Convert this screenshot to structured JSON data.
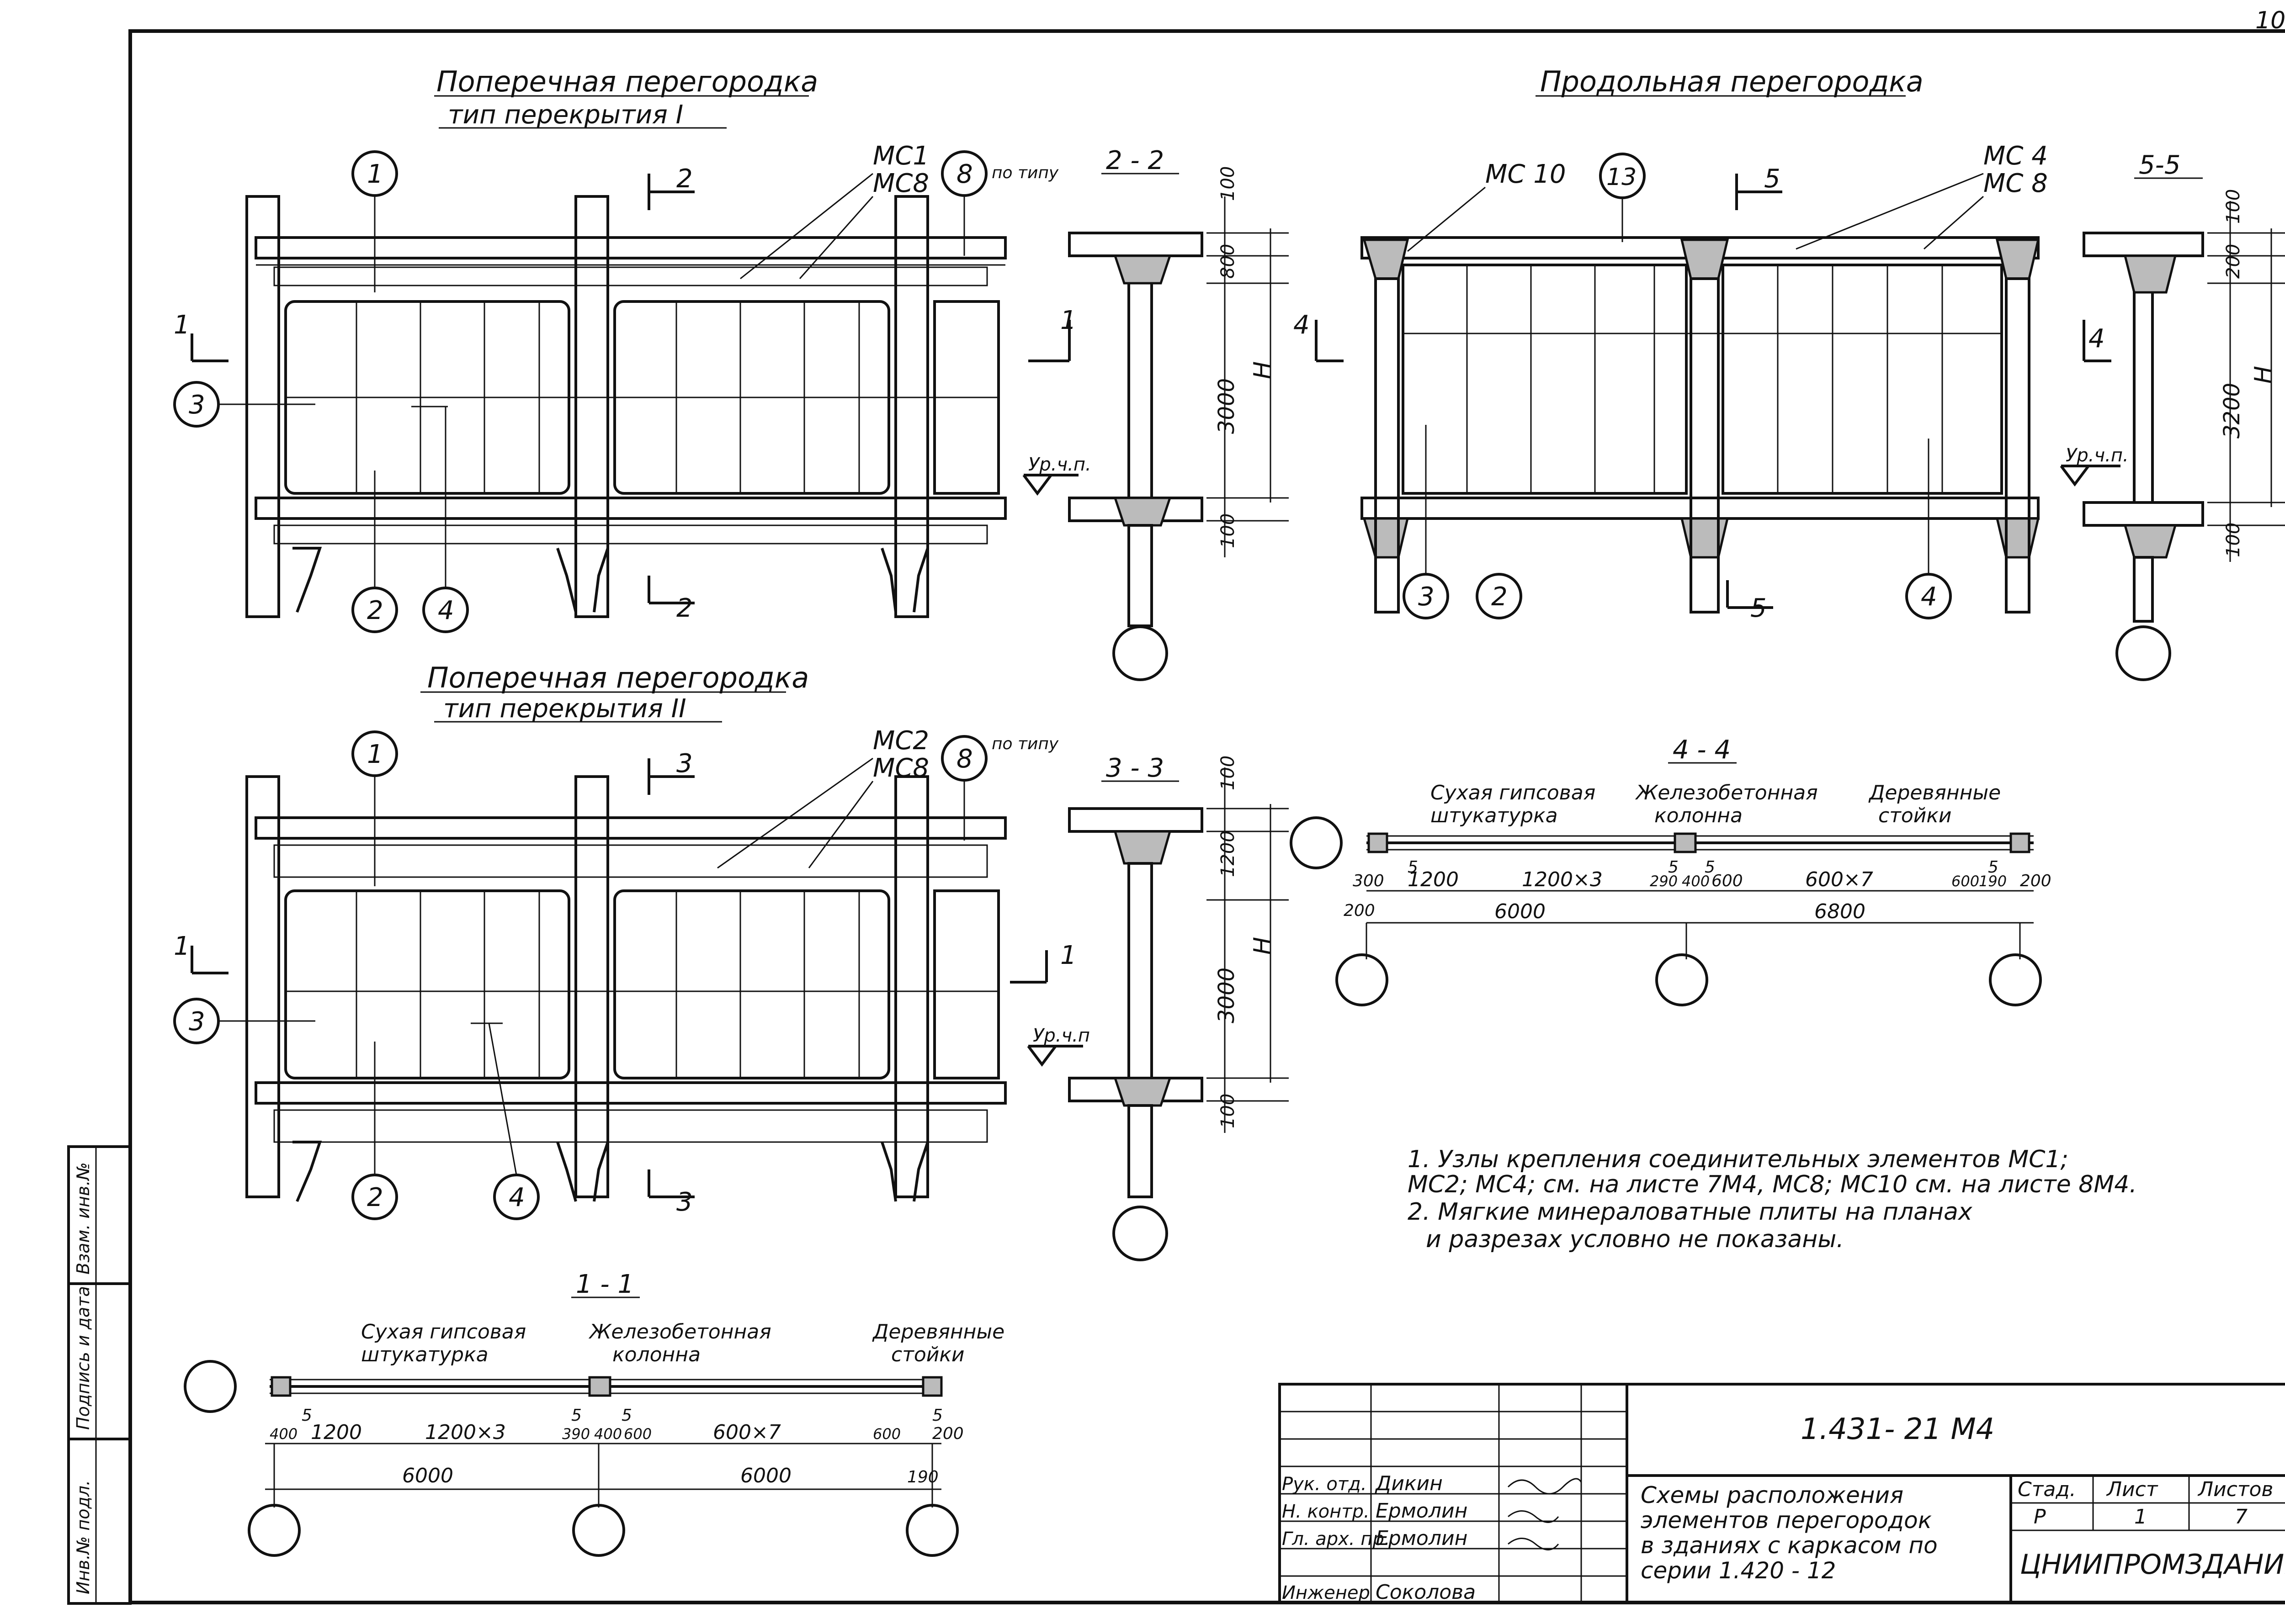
{
  "page_number": "10",
  "views": {
    "transverse_1": {
      "title": "Поперечная перегородка",
      "subtitle": "тип перекрытия I",
      "tags": [
        "МС1",
        "МС8"
      ],
      "po_tipu": "по типу",
      "callouts": [
        "1",
        "8",
        "3",
        "2",
        "4"
      ],
      "section_marks": [
        "1",
        "2"
      ]
    },
    "transverse_2": {
      "title": "Поперечная перегородка",
      "subtitle": "тип перекрытия II",
      "tags": [
        "МС2",
        "МС8"
      ],
      "po_tipu": "по типу",
      "callouts": [
        "1",
        "8",
        "3",
        "2",
        "4"
      ],
      "section_marks": [
        "1",
        "3"
      ]
    },
    "longitudinal": {
      "title": "Продольная перегородка",
      "tags": [
        "МС 10",
        "МС 4",
        "МС 8"
      ],
      "callouts": [
        "13",
        "3",
        "2",
        "4"
      ],
      "section_marks": [
        "4",
        "5"
      ]
    }
  },
  "sections": {
    "s22": {
      "title": "2 - 2",
      "dims": [
        "100",
        "800",
        "3000",
        "Н",
        "100"
      ],
      "level": "Ур.ч.п.",
      "mark": "1"
    },
    "s33": {
      "title": "3 - 3",
      "dims": [
        "100",
        "1200",
        "3000",
        "Н",
        "100"
      ],
      "level": "Ур.ч.п",
      "mark": "1"
    },
    "s55": {
      "title": "5-5",
      "dims": [
        "100",
        "200",
        "3200",
        "Н",
        "100"
      ],
      "level": "Ур.ч.п.",
      "mark": "4"
    }
  },
  "plans": {
    "p11": {
      "title": "1 - 1",
      "labels": [
        "Сухая гипсовая",
        "штукатурка",
        "Железобетонная",
        "колонна",
        "Деревянные",
        "стойки"
      ],
      "dims_top": [
        "5",
        "5",
        "5",
        "5"
      ],
      "dims_row": [
        "400",
        "1200",
        "1200×3",
        "390",
        "400",
        "600",
        "600×7",
        "600",
        "200"
      ],
      "dims_span": [
        "6000",
        "6000",
        "190"
      ]
    },
    "p44": {
      "title": "4 - 4",
      "labels": [
        "Сухая гипсовая",
        "штукатурка",
        "Железобетонная",
        "колонна",
        "Деревянные",
        "стойки"
      ],
      "dims_top": [
        "5",
        "5",
        "5",
        "5"
      ],
      "dims_row": [
        "300",
        "1200",
        "1200×3",
        "290",
        "400",
        "600",
        "600×7",
        "600",
        "190",
        "200"
      ],
      "dims_span": [
        "200",
        "6000",
        "6800"
      ]
    }
  },
  "notes": [
    "1. Узлы крепления соединительных элементов МС1;",
    "МС2; МС4; см. на листе 7М4, МС8; МС10 см. на листе 8М4.",
    "2. Мягкие минераловатные плиты на планах",
    "и разрезах условно не показаны."
  ],
  "side_stamp": [
    "Инв.№ подл.",
    "Подпись и дата",
    "Взам. инв.№"
  ],
  "title_block": {
    "doc_code": "1.431- 21 М4",
    "title_lines": [
      "Схемы расположения",
      "элементов перегородок",
      "в зданиях с каркасом по",
      "серии 1.420 - 12"
    ],
    "col_headers": [
      "Стад.",
      "Лист",
      "Листов"
    ],
    "col_values": [
      "Р",
      "1",
      "7"
    ],
    "org": "ЦНИИПРОМЗДАНИЙ",
    "people": [
      {
        "role": "Рук. отд.",
        "name": "Дикин"
      },
      {
        "role": "Н. контр.",
        "name": "Ермолин"
      },
      {
        "role": "Гл. арх. пр.",
        "name": "Ермолин"
      },
      {
        "role": "Инженер",
        "name": "Соколова"
      }
    ]
  }
}
